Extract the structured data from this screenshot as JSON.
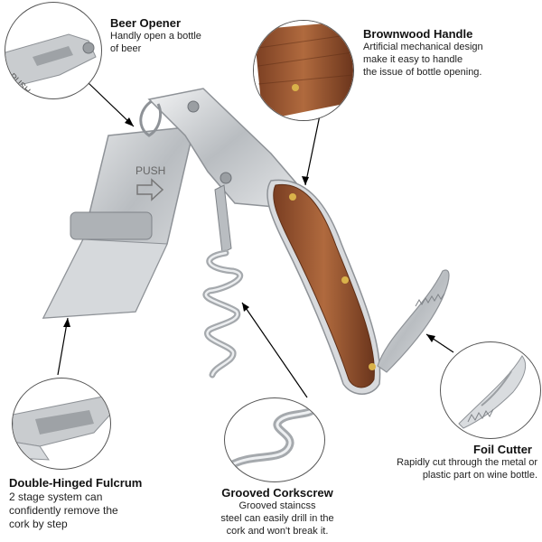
{
  "features": {
    "beer_opener": {
      "title": "Beer Opener",
      "desc_lines": [
        "Handly open a bottle",
        "of beer"
      ],
      "push_text": "PUSH"
    },
    "handle": {
      "title": "Brownwood Handle",
      "desc_lines": [
        "Artificial mechanical design",
        "make it easy to handle",
        "the issue of bottle opening."
      ]
    },
    "foil_cutter": {
      "title": "Foil Cutter",
      "desc_lines": [
        "Rapidly cut through the metal or",
        "plastic part on wine bottle."
      ]
    },
    "fulcrum": {
      "title": "Double-Hinged Fulcrum",
      "desc_lines": [
        "2 stage system can",
        "confidently remove the",
        "cork by step"
      ]
    },
    "corkscrew": {
      "title": "Grooved Corkscrew",
      "desc_lines": [
        "Grooved staincss",
        "steel can easily drill in the",
        "cork and won't break it."
      ]
    }
  },
  "product": {
    "push_text": "PUSH"
  },
  "colors": {
    "steel": "#c9cccf",
    "wood": "#9a5a34",
    "line": "#000000"
  }
}
